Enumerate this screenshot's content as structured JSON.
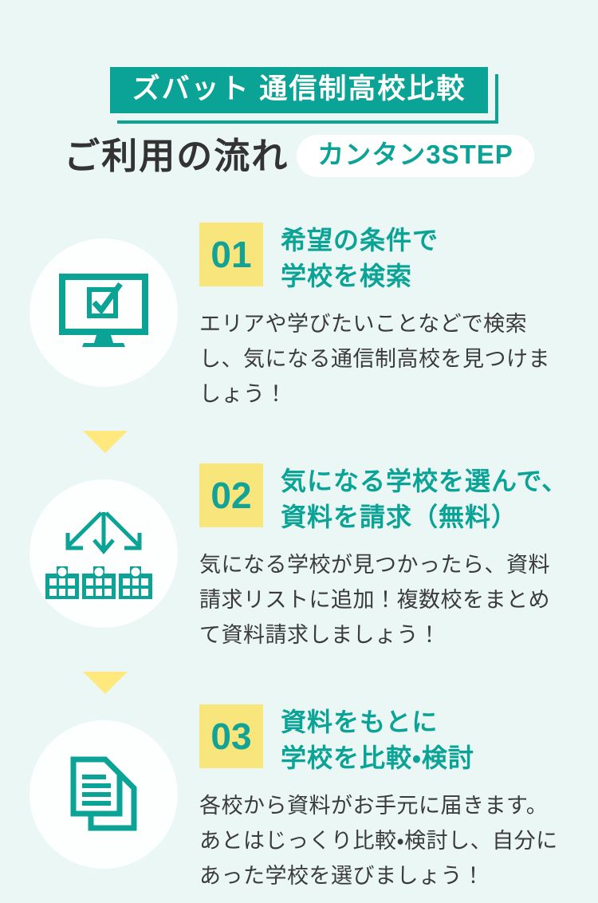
{
  "page": {
    "background_color": "#ebf7f5",
    "accent_teal": "#0aa396",
    "badge_yellow": "#f8e57b",
    "triangle_yellow": "#ffe87d",
    "heading_text_color": "#333333",
    "body_text_color": "#3b3b3b"
  },
  "header": {
    "brand_badge": "ズバット 通信制高校比較",
    "title": "ご利用の流れ",
    "subtitle_pill": "カンタン3STEP"
  },
  "separators": {
    "down_triangle": "triangle-down-icon"
  },
  "steps": [
    {
      "number": "01",
      "icon": "monitor-check-icon",
      "title_line1": "希望の条件で",
      "title_line2": "学校を検索",
      "description": "エリアや学びたいことなどで検索し、気になる通信制高校を見つけましょう！"
    },
    {
      "number": "02",
      "icon": "fanout-arrows-schools-icon",
      "title_line1": "気になる学校を選んで、",
      "title_line2": "資料を請求（無料）",
      "description": "気になる学校が見つかったら、資料請求リストに追加！複数校をまとめて資料請求しましょう！"
    },
    {
      "number": "03",
      "icon": "documents-icon",
      "title_line1": "資料をもとに",
      "title_line2": "学校を比較・検討",
      "description": "各校から資料がお手元に届きます。あとはじっくり比較・検討し、自分にあった学校を選びましょう！"
    }
  ]
}
